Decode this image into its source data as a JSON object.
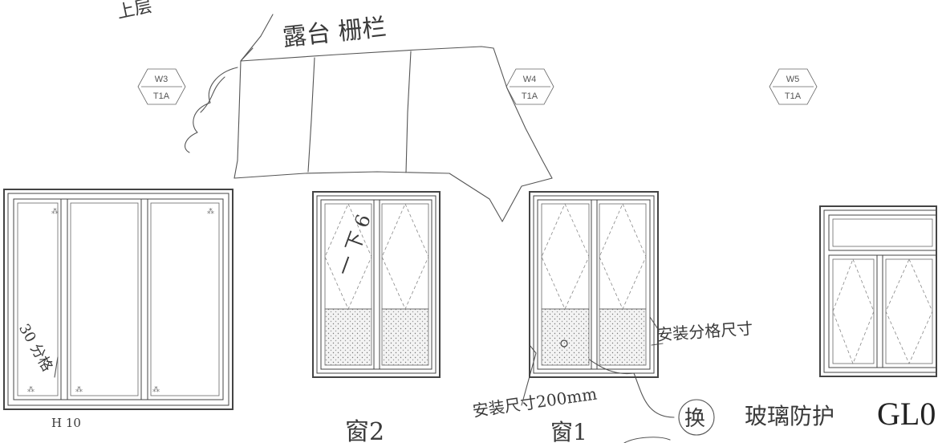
{
  "tags": {
    "w3": {
      "top": "W3",
      "bottom": "T1A"
    },
    "w4": {
      "top": "W4",
      "bottom": "T1A"
    },
    "w5": {
      "top": "W5",
      "bottom": "T1A"
    }
  },
  "handwritten_notes": {
    "top_left": "上层",
    "balcony": "露台 栅栏",
    "door_left": "30 分格",
    "door_left_bottom": "H 10",
    "window2_glass": "一 下 6",
    "window_label_2": "窗2",
    "window_label_1": "窗1",
    "right_of_window1": "安装分格尺寸",
    "bottom_note": "安装尺寸200mm",
    "replace": "换",
    "replace_note": "玻璃防护"
  },
  "drawing_code": "GL0"
}
